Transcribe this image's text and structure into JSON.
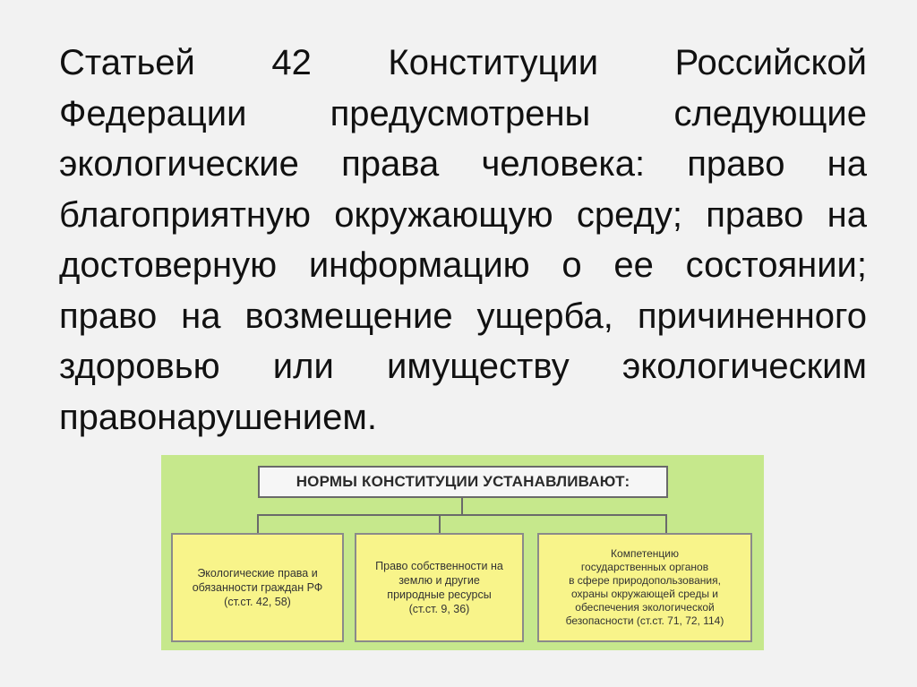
{
  "paragraph": "Статьей 42 Конституции Российской Федерации предусмотрены следующие экологические права человека: право на благоприятную окружающую среду; право на достоверную информацию о ее состоянии; право на возмещение ущерба, причиненного здоровью или имуществу экологическим правонарушением.",
  "diagram": {
    "header": "НОРМЫ КОНСТИТУЦИИ УСТАНАВЛИВАЮТ:",
    "boxes": [
      {
        "text": "Экологические права и\nобязанности граждан РФ\n(ст.ст. 42, 58)"
      },
      {
        "text": "Право собственности на\nземлю и другие\nприродные ресурсы\n(ст.ст. 9, 36)"
      },
      {
        "text": "Компетенцию\nгосударственных органов\nв сфере природопользования,\nохраны окружающей среды и\nобеспечения экологической\nбезопасности (ст.ст. 71, 72, 114)"
      }
    ]
  }
}
